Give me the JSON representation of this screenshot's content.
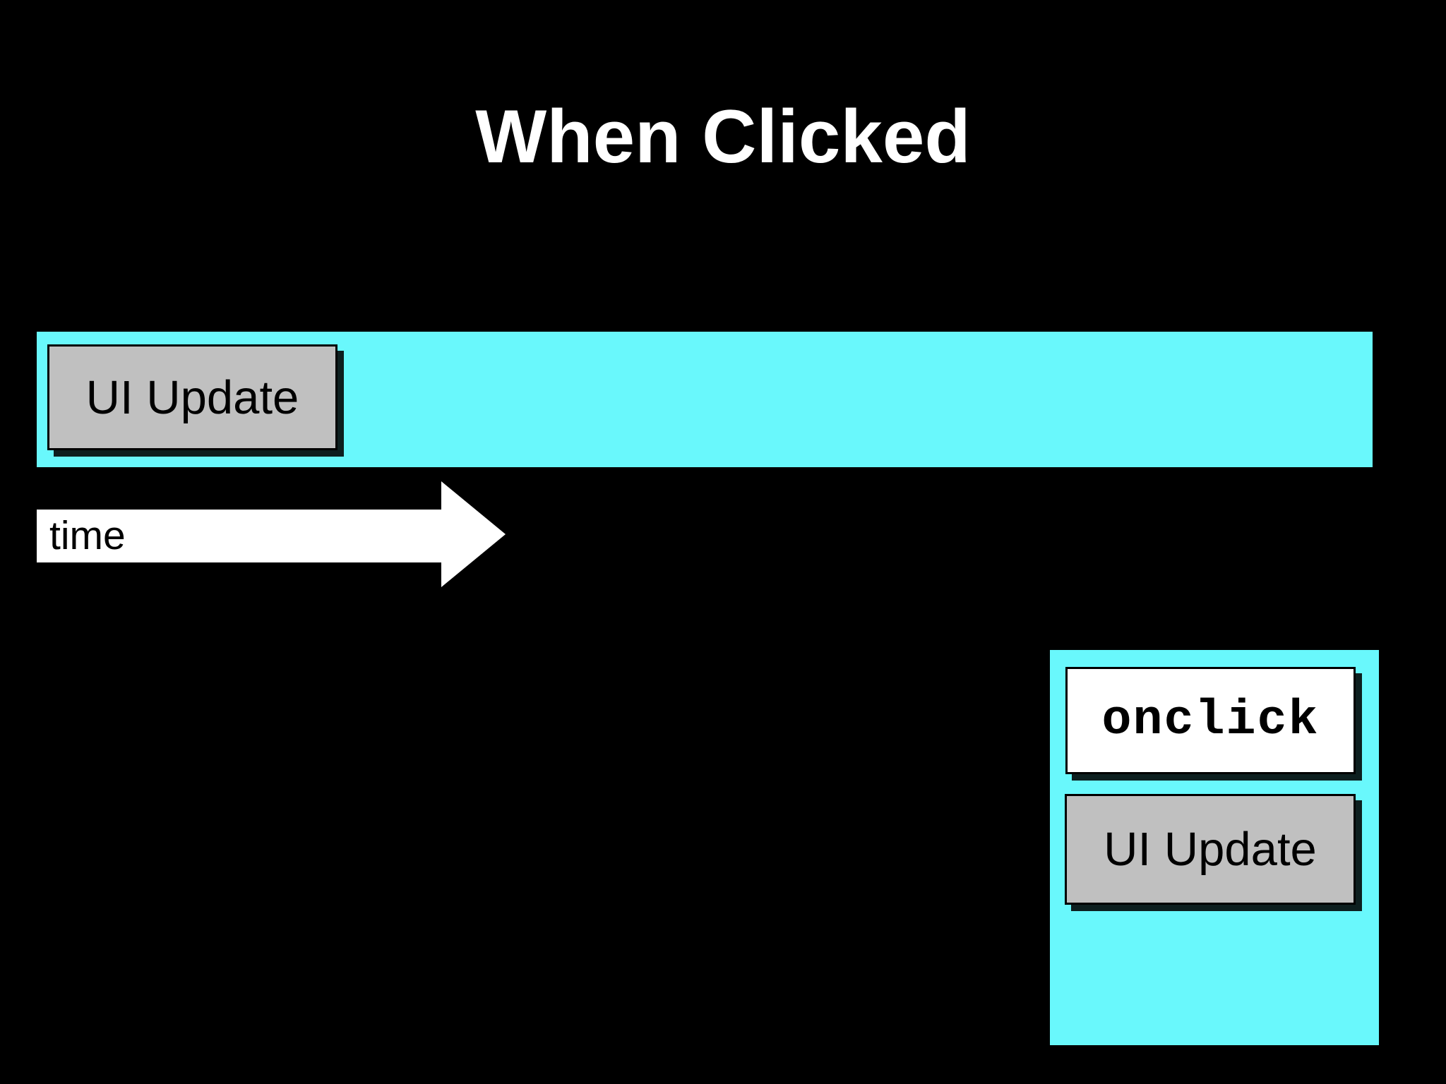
{
  "slide": {
    "title": "When Clicked",
    "timeline_bar": {
      "ui_update_label": "UI Update"
    },
    "time_arrow": {
      "label": "time"
    },
    "event_panel": {
      "onclick_label": "onclick",
      "ui_update_label": "UI Update"
    },
    "colors": {
      "background": "#000000",
      "cyan": "#69F8FC",
      "gray_box": "#C0C0C0",
      "white_box": "#FFFFFF",
      "title_text": "#FFFFFF",
      "box_text": "#000000",
      "arrow": "#FFFFFF"
    }
  }
}
